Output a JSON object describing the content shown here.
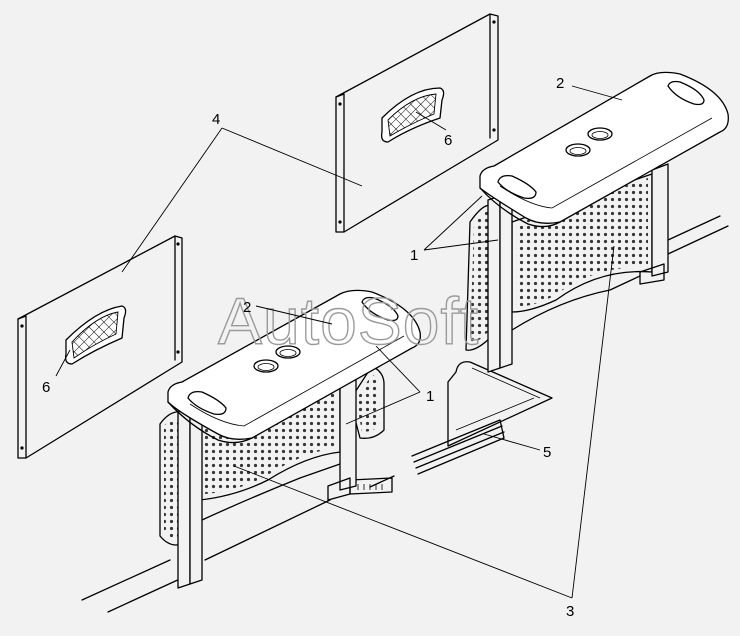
{
  "watermark": "AutoSoft",
  "callouts": {
    "c1a": "1",
    "c1b": "1",
    "c2a": "2",
    "c2b": "2",
    "c3": "3",
    "c4": "4",
    "c5": "5",
    "c6a": "6",
    "c6b": "6"
  }
}
